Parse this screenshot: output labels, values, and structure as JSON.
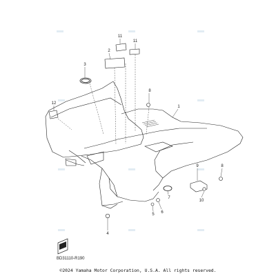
{
  "callouts": [
    "11",
    "2",
    "11",
    "3",
    "8",
    "12",
    "1",
    "9",
    "8",
    "7",
    "10",
    "5",
    "6",
    "4"
  ],
  "drawing_code": "BD31110-R190",
  "copyright": "©2024 Yamaha Motor Corporation, U.S.A. All rights reserved."
}
